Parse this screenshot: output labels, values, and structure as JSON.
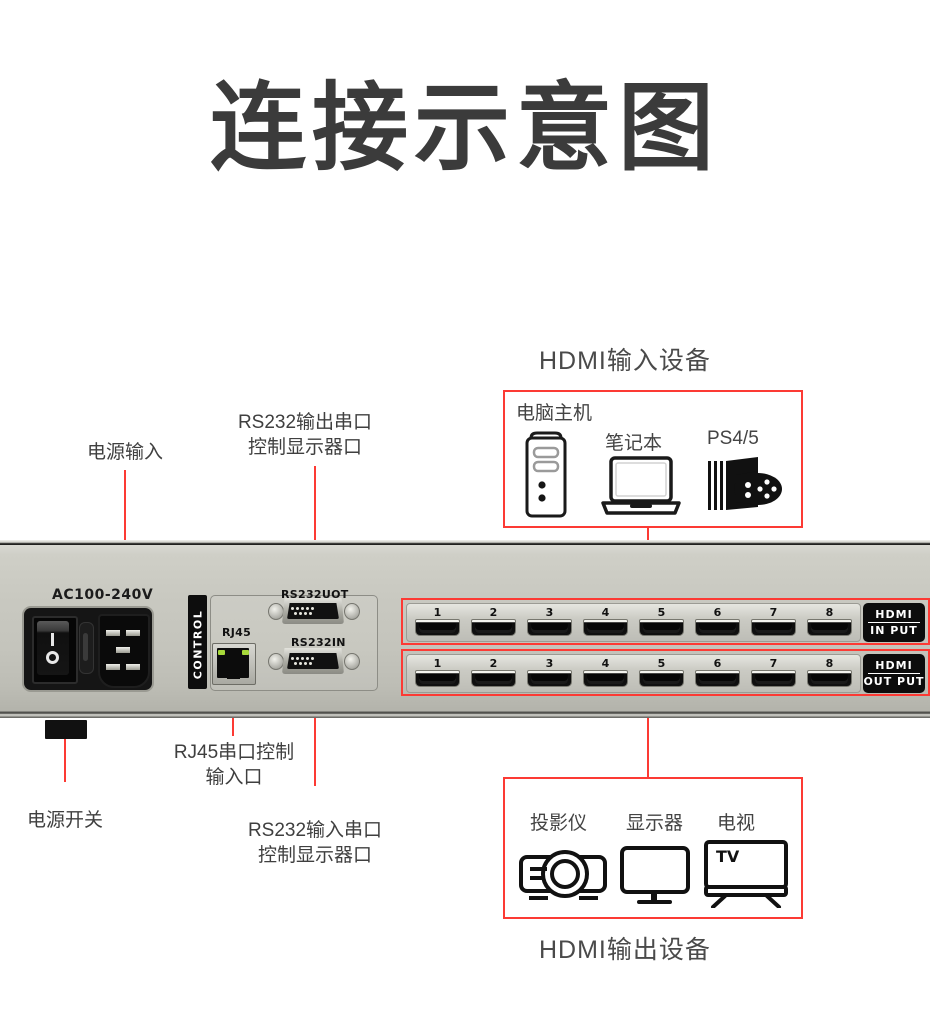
{
  "page": {
    "title": "连接示意图",
    "background": "#ffffff",
    "accent_red": "#fc3a34"
  },
  "input_section": {
    "title": "HDMI输入设备",
    "devices": [
      {
        "label": "电脑主机",
        "icon": "pc-tower-icon"
      },
      {
        "label": "笔记本",
        "icon": "laptop-icon"
      },
      {
        "label": "PS4/5",
        "icon": "game-console-icon"
      }
    ]
  },
  "output_section": {
    "title": "HDMI输出设备",
    "devices": [
      {
        "label": "投影仪",
        "icon": "projector-icon"
      },
      {
        "label": "显示器",
        "icon": "monitor-icon"
      },
      {
        "label": "电视",
        "icon": "tv-icon"
      }
    ],
    "tv_screen_text": "TV"
  },
  "callouts": {
    "power_input": "电源输入",
    "rs232_out_line1": "RS232输出串口",
    "rs232_out_line2": "控制显示器口",
    "power_switch": "电源开关",
    "rj45_line1": "RJ45串口控制",
    "rj45_line2": "输入口",
    "rs232_in_line1": "RS232输入串口",
    "rs232_in_line2": "控制显示器口"
  },
  "device_panel": {
    "ac_rating": "AC100-240V",
    "control_label": "CONTROL",
    "rj45_label": "RJ45",
    "rs232_out_label": "RS232UOT",
    "rs232_in_label": "RS232IN",
    "hdmi_input": {
      "tag_line1": "HDMI",
      "tag_line2": "IN PUT",
      "ports": [
        "1",
        "2",
        "3",
        "4",
        "5",
        "6",
        "7",
        "8"
      ]
    },
    "hdmi_output": {
      "tag_line1": "HDMI",
      "tag_line2": "OUT PUT",
      "ports": [
        "1",
        "2",
        "3",
        "4",
        "5",
        "6",
        "7",
        "8"
      ]
    }
  }
}
